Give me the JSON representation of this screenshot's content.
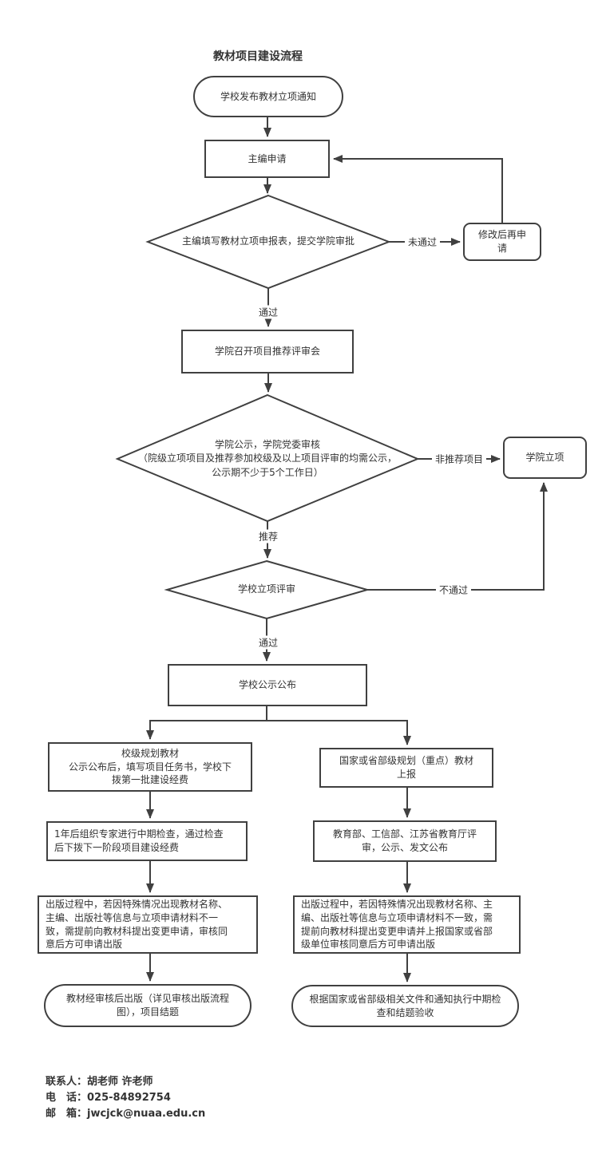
{
  "title": "教材项目建设流程",
  "nodes": {
    "start": "学校发布教材立项通知",
    "chief_apply": "主编申请",
    "college_approval_check": "主编填写教材立项申报表，提交学院审批",
    "revise_reapply": "修改后再申\n请",
    "college_meeting": "学院召开项目推荐评审会",
    "college_publicity_check": "学院公示，学院党委审核\n（院级立项项目及推荐参加校级及以上项目评审的均需公示，\n公示期不少于5个工作日）",
    "college_project": "学院立项",
    "school_review_check": "学校立项评审",
    "school_publicity": "学校公示公布",
    "school_level_textbook": "校级规划教材\n公示公布后，填写项目任务书，学校下\n拨第一批建设经费",
    "midterm_check": "1年后组织专家进行中期检查，通过检查\n后下拨下一阶段项目建设经费",
    "change_request_school": "出版过程中，若因特殊情况出现教材名称、\n主编、出版社等信息与立项申请材料不一\n致，需提前向教材科提出变更申请，审核同\n意后方可申请出版",
    "publish_end": "教材经审核后出版（详见审核出版流程\n图），项目结题",
    "national_textbook": "国家或省部级规划（重点）教材\n上报",
    "ministry_review": "教育部、工信部、江苏省教育厅评\n审，公示、发文公布",
    "change_request_national": "出版过程中，若因特殊情况出现教材名称、主\n编、出版社等信息与立项申请材料不一致，需\n提前向教材科提出变更申请并上报国家或省部\n级单位审核同意后方可申请出版",
    "national_end": "根据国家或省部级相关文件和通知执行中期检\n查和结题验收"
  },
  "edge_labels": {
    "not_passed": "未通过",
    "passed_1": "通过",
    "non_recommended": "非推荐项目",
    "recommended": "推荐",
    "failed": "不通过",
    "passed_2": "通过"
  },
  "footer": {
    "lines": [
      "联系人：胡老师 许老师",
      "电　话：025-84892754",
      "邮　箱：jwcjck@nuaa.edu.cn"
    ]
  },
  "colors": {
    "stroke": "#404040",
    "text": "#333333",
    "background": "#ffffff"
  }
}
